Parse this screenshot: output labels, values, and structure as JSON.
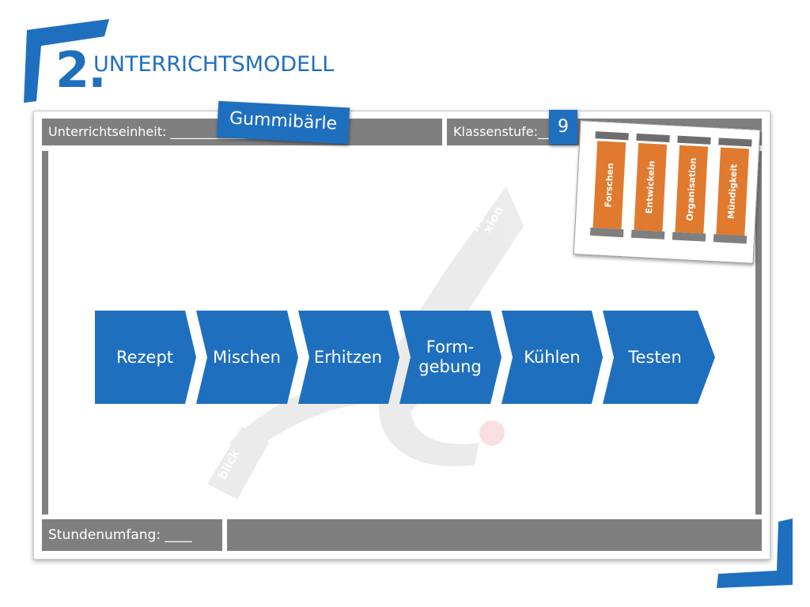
{
  "header": {
    "number": "2.",
    "title": "UNTERRICHTSMODELL"
  },
  "form": {
    "unit_label": "Unterrichtseinheit: ____________                    __________",
    "unit_value": "Gummibärle",
    "grade_label": "Klassenstufe:__",
    "grade_value": "9",
    "hours_label": "Stundenumfang: ____"
  },
  "pillars": [
    {
      "label": "Forschen"
    },
    {
      "label": "Entwickeln"
    },
    {
      "label": "Organisation"
    },
    {
      "label": "Mündigkeit"
    }
  ],
  "watermark": {
    "reflexion": "Refle-\nxion",
    "ausblick": "Aus-\nblick"
  },
  "steps": [
    {
      "label": "Rezept"
    },
    {
      "label": "Mischen"
    },
    {
      "label": "Erhitzen"
    },
    {
      "label": "Form-\ngebung"
    },
    {
      "label": "Kühlen"
    },
    {
      "label": "Testen"
    }
  ],
  "colors": {
    "accent_blue": "#1f6fbf",
    "bar_gray": "#7f7f7f",
    "pillar_orange": "#e07a2e"
  }
}
